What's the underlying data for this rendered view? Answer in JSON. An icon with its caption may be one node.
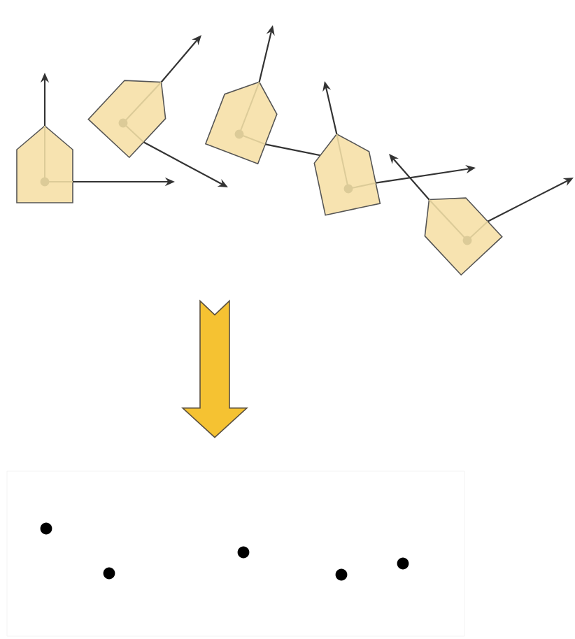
{
  "diagram": {
    "nodes": [
      {
        "text": [],
        "shape": "picture"
      },
      {
        "text": [],
        "shape": "box"
      }
    ],
    "edges": [
      {
        "from": 0,
        "to": 1,
        "arrow": "to",
        "style": "thick",
        "color": "#f5c232"
      }
    ]
  }
}
